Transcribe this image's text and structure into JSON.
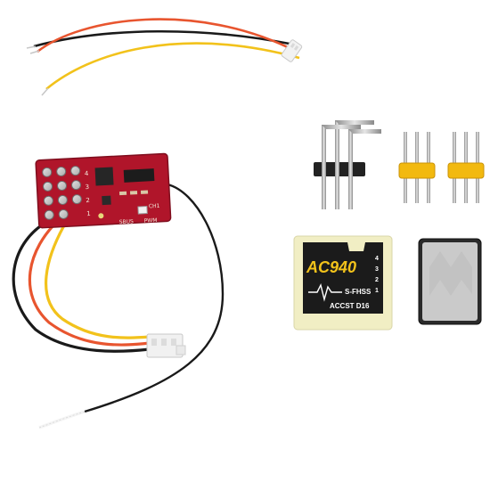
{
  "product_photo": {
    "pcb": {
      "label_ch1": "CH1",
      "label_sbus": "SBUS",
      "label_pwm": "PWM",
      "pin_labels": [
        "4",
        "3",
        "2",
        "1"
      ],
      "board_color": "#b0152a"
    },
    "sticker": {
      "logo_text": "AC940",
      "line_fhss": "S-FHSS",
      "line_accst": "ACCST D16",
      "side_numbers": [
        "4",
        "3",
        "2",
        "1"
      ],
      "background_color": "#f1eec4"
    },
    "wire_colors": {
      "black": "#1a1a1a",
      "red": "#e8552f",
      "yellow": "#f2c21b",
      "white": "#f4f4f4"
    },
    "header_colors": {
      "yellow_spacer": "#f2b90f",
      "black_spacer": "#222222",
      "pin_metal": "#b7b7b7"
    },
    "pad_color": "#cfcfcf"
  }
}
